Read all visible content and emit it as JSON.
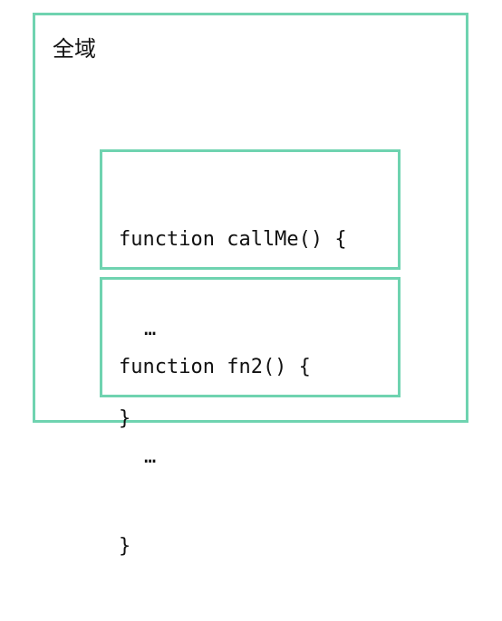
{
  "global_scope": {
    "label": "全域"
  },
  "functions": [
    {
      "header": "function callMe() {",
      "body": "…",
      "footer": "}"
    },
    {
      "header": "function fn2() {",
      "body": "…",
      "footer": "}"
    }
  ],
  "colors": {
    "border": "#6fd3b0",
    "text": "#111111",
    "background": "#ffffff"
  }
}
